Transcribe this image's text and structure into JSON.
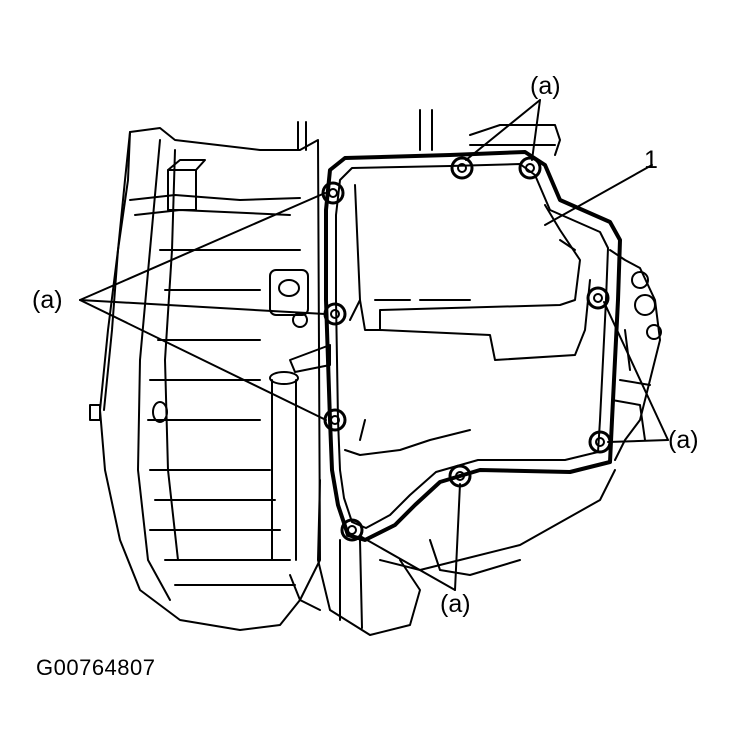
{
  "diagram": {
    "figure_id": "G00764807",
    "labels": {
      "bolt_callout": "(a)",
      "part_number": "1"
    },
    "colors": {
      "ink": "#000000",
      "paper": "#ffffff"
    }
  }
}
